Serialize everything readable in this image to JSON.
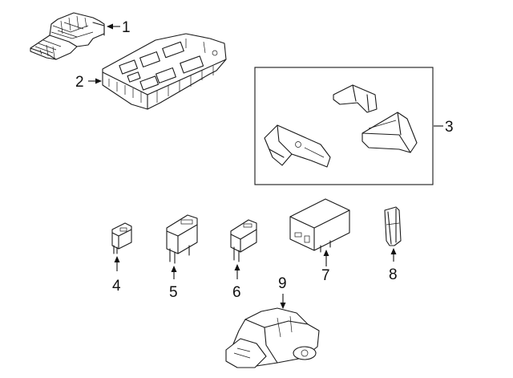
{
  "callouts": [
    {
      "id": "1",
      "label": "1"
    },
    {
      "id": "2",
      "label": "2"
    },
    {
      "id": "3",
      "label": "3"
    },
    {
      "id": "4",
      "label": "4"
    },
    {
      "id": "5",
      "label": "5"
    },
    {
      "id": "6",
      "label": "6"
    },
    {
      "id": "7",
      "label": "7"
    },
    {
      "id": "8",
      "label": "8"
    },
    {
      "id": "9",
      "label": "9"
    }
  ],
  "parts": [
    {
      "callout": "1",
      "icon": "cover-icon"
    },
    {
      "callout": "2",
      "icon": "fuse-box-icon"
    },
    {
      "callout": "3",
      "icon": "brackets-icon"
    },
    {
      "callout": "4",
      "icon": "mini-fuse-icon"
    },
    {
      "callout": "5",
      "icon": "maxi-fuse-icon"
    },
    {
      "callout": "6",
      "icon": "fuse-icon"
    },
    {
      "callout": "7",
      "icon": "relay-icon"
    },
    {
      "callout": "8",
      "icon": "puller-icon"
    },
    {
      "callout": "9",
      "icon": "module-icon"
    }
  ]
}
